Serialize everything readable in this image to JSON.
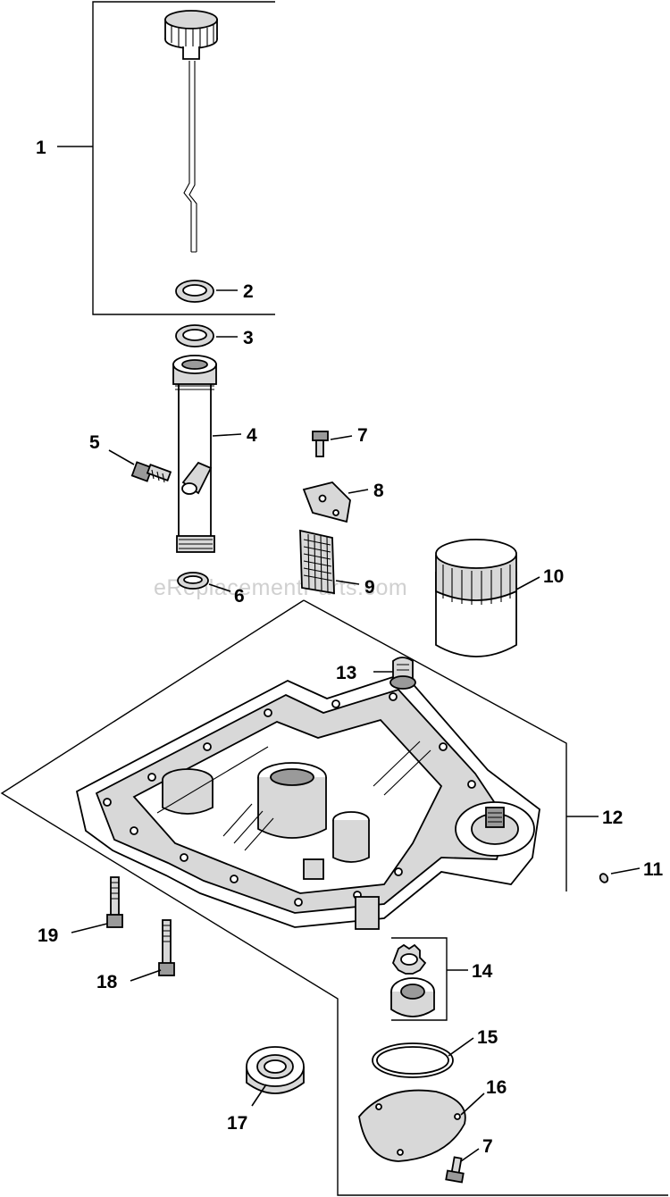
{
  "watermark": "eReplacementParts.com",
  "callouts": {
    "c1": "1",
    "c2": "2",
    "c3": "3",
    "c4": "4",
    "c5": "5",
    "c6": "6",
    "c7a": "7",
    "c8": "8",
    "c9": "9",
    "c10": "10",
    "c11": "11",
    "c12": "12",
    "c13": "13",
    "c14": "14",
    "c15": "15",
    "c16": "16",
    "c7b": "7",
    "c17": "17",
    "c18": "18",
    "c19": "19"
  }
}
